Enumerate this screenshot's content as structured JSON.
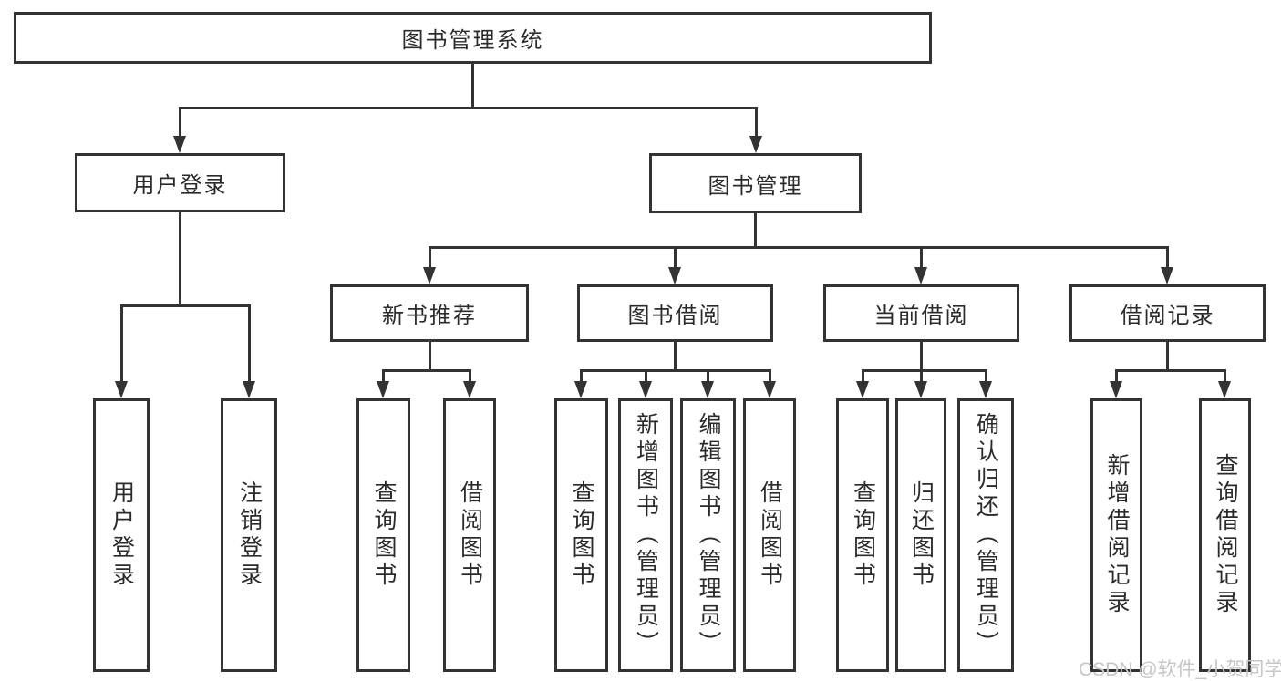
{
  "diagram": {
    "root": {
      "label": "图书管理系统"
    },
    "branches": [
      {
        "label": "用户登录",
        "children": [
          {
            "label": "用户登录"
          },
          {
            "label": "注销登录"
          }
        ]
      },
      {
        "label": "图书管理",
        "children": [
          {
            "label": "新书推荐",
            "children": [
              {
                "label": "查询图书"
              },
              {
                "label": "借阅图书"
              }
            ]
          },
          {
            "label": "图书借阅",
            "children": [
              {
                "label": "查询图书"
              },
              {
                "label": "新增图书（管理员）"
              },
              {
                "label": "编辑图书（管理员）"
              },
              {
                "label": "借阅图书"
              }
            ]
          },
          {
            "label": "当前借阅",
            "children": [
              {
                "label": "查询图书"
              },
              {
                "label": "归还图书"
              },
              {
                "label": "确认归还（管理员）"
              }
            ]
          },
          {
            "label": "借阅记录",
            "children": [
              {
                "label": "新增借阅记录"
              },
              {
                "label": "查询借阅记录"
              }
            ]
          }
        ]
      }
    ]
  },
  "watermark": {
    "text": "CSDN @软件_小贺同学"
  },
  "colors": {
    "line": "#333333",
    "text": "#2b2b2b",
    "background": "#ffffff",
    "watermark": "#c9c5c5"
  }
}
